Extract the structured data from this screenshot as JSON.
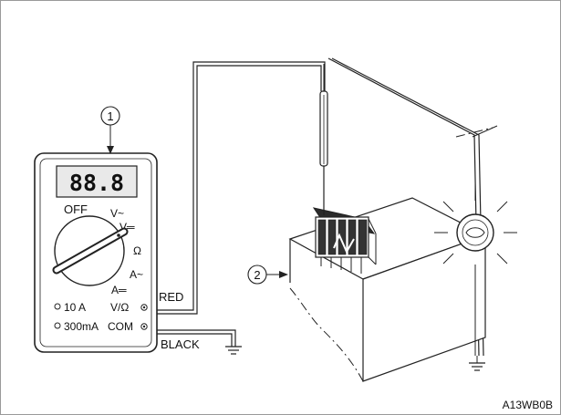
{
  "figure_code": "A13WB0B",
  "callouts": [
    {
      "number": "1"
    },
    {
      "number": "2"
    }
  ],
  "meter": {
    "display": "88.8",
    "dial": {
      "off": "OFF",
      "v_ac": "V~",
      "v_dc": "V═",
      "ohm": "Ω",
      "a_ac": "A~",
      "a_dc": "A═"
    },
    "jacks": {
      "ten_a": "10 A",
      "vohm": "V/Ω",
      "ma300": "300mA",
      "com": "COM"
    }
  },
  "leads": {
    "red": "RED",
    "black": "BLACK"
  },
  "colors": {
    "line": "#222222",
    "frame": "#9a9a9a",
    "display_fill": "#e9e9e9"
  }
}
